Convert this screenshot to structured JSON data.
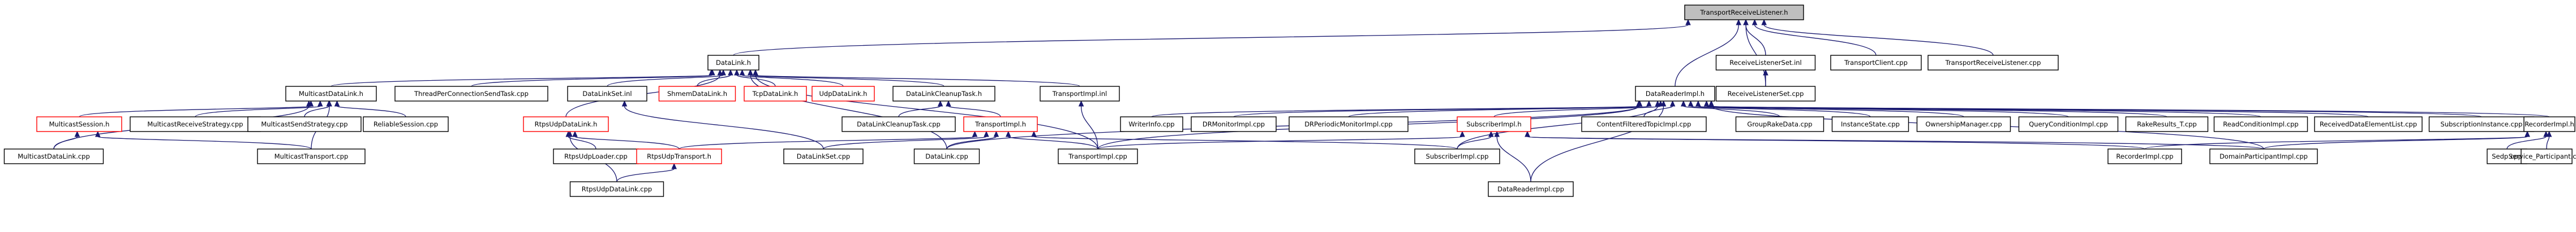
{
  "graph": {
    "root_id": "n_root",
    "colors": {
      "edge": "#191970",
      "node_border_black": "#000000",
      "node_border_red": "#ff0000",
      "root_fill": "#bfbfbf",
      "node_fill": "#ffffff"
    },
    "nodes": [
      {
        "id": "n_root",
        "label": "TransportReceiveListener.h",
        "style": "root"
      },
      {
        "id": "n_datalink_h",
        "label": "DataLink.h",
        "style": "normal"
      },
      {
        "id": "n_rls_inl",
        "label": "ReceiveListenerSet.inl",
        "style": "normal"
      },
      {
        "id": "n_transportclient",
        "label": "TransportClient.cpp",
        "style": "normal"
      },
      {
        "id": "n_trl_cpp",
        "label": "TransportReceiveListener.cpp",
        "style": "normal"
      },
      {
        "id": "n_rls_cpp",
        "label": "ReceiveListenerSet.cpp",
        "style": "normal"
      },
      {
        "id": "n_datareaderimpl_h",
        "label": "DataReaderImpl.h",
        "style": "normal"
      },
      {
        "id": "n_mcast_dl_h",
        "label": "MulticastDataLink.h",
        "style": "normal"
      },
      {
        "id": "n_tpcst",
        "label": "ThreadPerConnectionSendTask.cpp",
        "style": "normal"
      },
      {
        "id": "n_dlset_inl",
        "label": "DataLinkSet.inl",
        "style": "normal"
      },
      {
        "id": "n_shmem_dl_h",
        "label": "ShmemDataLink.h",
        "style": "red"
      },
      {
        "id": "n_tcp_dl_h",
        "label": "TcpDataLink.h",
        "style": "red"
      },
      {
        "id": "n_udp_dl_h",
        "label": "UdpDataLink.h",
        "style": "red"
      },
      {
        "id": "n_dlcleanup_h",
        "label": "DataLinkCleanupTask.h",
        "style": "normal"
      },
      {
        "id": "n_transportimpl_inl",
        "label": "TransportImpl.inl",
        "style": "normal"
      },
      {
        "id": "n_rtpsudp_dl_h",
        "label": "RtpsUdpDataLink.h",
        "style": "red"
      },
      {
        "id": "n_mcast_session_h",
        "label": "MulticastSession.h",
        "style": "red"
      },
      {
        "id": "n_mcast_recv",
        "label": "MulticastReceiveStrategy.cpp",
        "style": "normal"
      },
      {
        "id": "n_mcast_send",
        "label": "MulticastSendStrategy.cpp",
        "style": "normal"
      },
      {
        "id": "n_reliable",
        "label": "ReliableSession.cpp",
        "style": "normal"
      },
      {
        "id": "n_dlcleanup_cpp",
        "label": "DataLinkCleanupTask.cpp",
        "style": "normal"
      },
      {
        "id": "n_transportimpl_h",
        "label": "TransportImpl.h",
        "style": "red"
      },
      {
        "id": "n_writerinfo",
        "label": "WriterInfo.cpp",
        "style": "normal"
      },
      {
        "id": "n_drmonitor",
        "label": "DRMonitorImpl.cpp",
        "style": "normal"
      },
      {
        "id": "n_drperiodic",
        "label": "DRPeriodicMonitorImpl.cpp",
        "style": "normal"
      },
      {
        "id": "n_subscriberimpl_h",
        "label": "SubscriberImpl.h",
        "style": "red"
      },
      {
        "id": "n_contentfiltered",
        "label": "ContentFilteredTopicImpl.cpp",
        "style": "normal"
      },
      {
        "id": "n_groupfake",
        "label": "GroupRakeData.cpp",
        "style": "normal"
      },
      {
        "id": "n_instancestate",
        "label": "InstanceState.cpp",
        "style": "normal"
      },
      {
        "id": "n_ownership",
        "label": "OwnershipManager.cpp",
        "style": "normal"
      },
      {
        "id": "n_querycond",
        "label": "QueryConditionImpl.cpp",
        "style": "normal"
      },
      {
        "id": "n_rakeresults",
        "label": "RakeResults_T.cpp",
        "style": "normal"
      },
      {
        "id": "n_readcond",
        "label": "ReadConditionImpl.cpp",
        "style": "normal"
      },
      {
        "id": "n_receiveddata",
        "label": "ReceivedDataElementList.cpp",
        "style": "normal"
      },
      {
        "id": "n_subscriptioninst",
        "label": "SubscriptionInstance.cpp",
        "style": "normal"
      },
      {
        "id": "n_recorderimpl_h",
        "label": "RecorderImpl.h",
        "style": "normal"
      },
      {
        "id": "n_mcast_dl_cpp",
        "label": "MulticastDataLink.cpp",
        "style": "normal"
      },
      {
        "id": "n_mcast_transport",
        "label": "MulticastTransport.cpp",
        "style": "normal"
      },
      {
        "id": "n_rtpsudp_loader",
        "label": "RtpsUdpLoader.cpp",
        "style": "normal"
      },
      {
        "id": "n_rtpsudp_transport_h",
        "label": "RtpsUdpTransport.h",
        "style": "red"
      },
      {
        "id": "n_dlset_cpp",
        "label": "DataLinkSet.cpp",
        "style": "normal"
      },
      {
        "id": "n_dl_cpp",
        "label": "DataLink.cpp",
        "style": "normal"
      },
      {
        "id": "n_transportimpl_cpp",
        "label": "TransportImpl.cpp",
        "style": "normal"
      },
      {
        "id": "n_subscriberimpl_cpp",
        "label": "SubscriberImpl.cpp",
        "style": "normal"
      },
      {
        "id": "n_datareaderimpl_cpp",
        "label": "DataReaderImpl.cpp",
        "style": "normal"
      },
      {
        "id": "n_recorderimpl_cpp",
        "label": "RecorderImpl.cpp",
        "style": "normal"
      },
      {
        "id": "n_domainpart",
        "label": "DomainParticipantImpl.cpp",
        "style": "normal"
      },
      {
        "id": "n_sedp",
        "label": "Sedp.cpp",
        "style": "normal"
      },
      {
        "id": "n_service_part",
        "label": "Service_Participant.cpp",
        "style": "normal"
      },
      {
        "id": "n_rtpsudp_dl_cpp",
        "label": "RtpsUdpDataLink.cpp",
        "style": "normal"
      }
    ],
    "edges": [
      [
        "n_root",
        "n_datalink_h"
      ],
      [
        "n_root",
        "n_rls_inl"
      ],
      [
        "n_root",
        "n_transportclient"
      ],
      [
        "n_root",
        "n_trl_cpp"
      ],
      [
        "n_root",
        "n_datareaderimpl_h"
      ],
      [
        "n_root",
        "n_rls_cpp"
      ],
      [
        "n_rls_inl",
        "n_rls_cpp"
      ],
      [
        "n_datalink_h",
        "n_mcast_dl_h"
      ],
      [
        "n_datalink_h",
        "n_tpcst"
      ],
      [
        "n_datalink_h",
        "n_dlset_inl"
      ],
      [
        "n_datalink_h",
        "n_shmem_dl_h"
      ],
      [
        "n_datalink_h",
        "n_tcp_dl_h"
      ],
      [
        "n_datalink_h",
        "n_udp_dl_h"
      ],
      [
        "n_datalink_h",
        "n_dlcleanup_h"
      ],
      [
        "n_datalink_h",
        "n_transportimpl_inl"
      ],
      [
        "n_datalink_h",
        "n_rtpsudp_dl_h"
      ],
      [
        "n_datalink_h",
        "n_dl_cpp"
      ],
      [
        "n_datalink_h",
        "n_transportimpl_cpp"
      ],
      [
        "n_mcast_dl_h",
        "n_mcast_session_h"
      ],
      [
        "n_mcast_dl_h",
        "n_mcast_recv"
      ],
      [
        "n_mcast_dl_h",
        "n_mcast_send"
      ],
      [
        "n_mcast_dl_h",
        "n_reliable"
      ],
      [
        "n_mcast_dl_h",
        "n_mcast_dl_cpp"
      ],
      [
        "n_mcast_dl_h",
        "n_mcast_transport"
      ],
      [
        "n_mcast_session_h",
        "n_mcast_dl_cpp"
      ],
      [
        "n_mcast_session_h",
        "n_mcast_transport"
      ],
      [
        "n_dlset_inl",
        "n_dlset_cpp"
      ],
      [
        "n_dlcleanup_h",
        "n_dlcleanup_cpp"
      ],
      [
        "n_dlcleanup_h",
        "n_transportimpl_h"
      ],
      [
        "n_transportimpl_inl",
        "n_transportimpl_cpp"
      ],
      [
        "n_rtpsudp_dl_h",
        "n_rtpsudp_loader"
      ],
      [
        "n_rtpsudp_dl_h",
        "n_rtpsudp_transport_h"
      ],
      [
        "n_rtpsudp_dl_h",
        "n_rtpsudp_dl_cpp"
      ],
      [
        "n_rtpsudp_transport_h",
        "n_rtpsudp_dl_cpp"
      ],
      [
        "n_transportimpl_h",
        "n_rtpsudp_transport_h"
      ],
      [
        "n_transportimpl_h",
        "n_dlset_cpp"
      ],
      [
        "n_transportimpl_h",
        "n_dl_cpp"
      ],
      [
        "n_transportimpl_h",
        "n_transportimpl_cpp"
      ],
      [
        "n_transportimpl_h",
        "n_subscriberimpl_cpp"
      ],
      [
        "n_datareaderimpl_h",
        "n_writerinfo"
      ],
      [
        "n_datareaderimpl_h",
        "n_drmonitor"
      ],
      [
        "n_datareaderimpl_h",
        "n_drperiodic"
      ],
      [
        "n_datareaderimpl_h",
        "n_subscriberimpl_h"
      ],
      [
        "n_datareaderimpl_h",
        "n_contentfiltered"
      ],
      [
        "n_datareaderimpl_h",
        "n_groupfake"
      ],
      [
        "n_datareaderimpl_h",
        "n_instancestate"
      ],
      [
        "n_datareaderimpl_h",
        "n_ownership"
      ],
      [
        "n_datareaderimpl_h",
        "n_querycond"
      ],
      [
        "n_datareaderimpl_h",
        "n_rakeresults"
      ],
      [
        "n_datareaderimpl_h",
        "n_readcond"
      ],
      [
        "n_datareaderimpl_h",
        "n_receiveddata"
      ],
      [
        "n_datareaderimpl_h",
        "n_subscriptioninst"
      ],
      [
        "n_datareaderimpl_h",
        "n_recorderimpl_h"
      ],
      [
        "n_datareaderimpl_h",
        "n_dl_cpp"
      ],
      [
        "n_datareaderimpl_h",
        "n_transportimpl_cpp"
      ],
      [
        "n_datareaderimpl_h",
        "n_subscriberimpl_cpp"
      ],
      [
        "n_datareaderimpl_h",
        "n_datareaderimpl_cpp"
      ],
      [
        "n_datareaderimpl_h",
        "n_domainpart"
      ],
      [
        "n_subscriberimpl_h",
        "n_transportimpl_cpp"
      ],
      [
        "n_subscriberimpl_h",
        "n_subscriberimpl_cpp"
      ],
      [
        "n_subscriberimpl_h",
        "n_datareaderimpl_cpp"
      ],
      [
        "n_subscriberimpl_h",
        "n_recorderimpl_cpp"
      ],
      [
        "n_subscriberimpl_h",
        "n_domainpart"
      ],
      [
        "n_recorderimpl_h",
        "n_recorderimpl_cpp"
      ],
      [
        "n_recorderimpl_h",
        "n_domainpart"
      ],
      [
        "n_recorderimpl_h",
        "n_sedp"
      ],
      [
        "n_recorderimpl_h",
        "n_service_part"
      ]
    ]
  }
}
